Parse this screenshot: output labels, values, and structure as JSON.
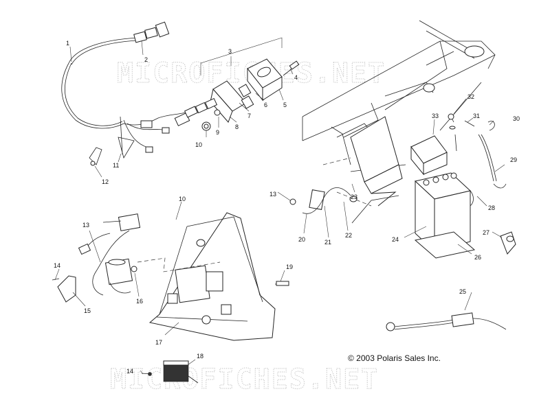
{
  "diagram": {
    "copyright": "© 2003 Polaris Sales Inc.",
    "watermark_top": "MICROFICHES.NET",
    "watermark_bottom": "MICROFICHES.NET",
    "callouts": {
      "c1": "1",
      "c2": "2",
      "c3": "3",
      "c4": "4",
      "c5": "5",
      "c6": "6",
      "c7": "7",
      "c8": "8",
      "c9": "9",
      "c10a": "10",
      "c11": "11",
      "c12": "12",
      "c10b": "10",
      "c13a": "13",
      "c14a": "14",
      "c15": "15",
      "c16": "16",
      "c17": "17",
      "c19": "19",
      "c18": "18",
      "c14b": "14",
      "c13b": "13",
      "c20": "20",
      "c21": "21",
      "c22": "22",
      "c23": "23",
      "c24": "24",
      "c25": "25",
      "c26": "26",
      "c27": "27",
      "c28": "28",
      "c29": "29",
      "c30": "30",
      "c31": "31",
      "c32": "32",
      "c33": "33"
    }
  }
}
